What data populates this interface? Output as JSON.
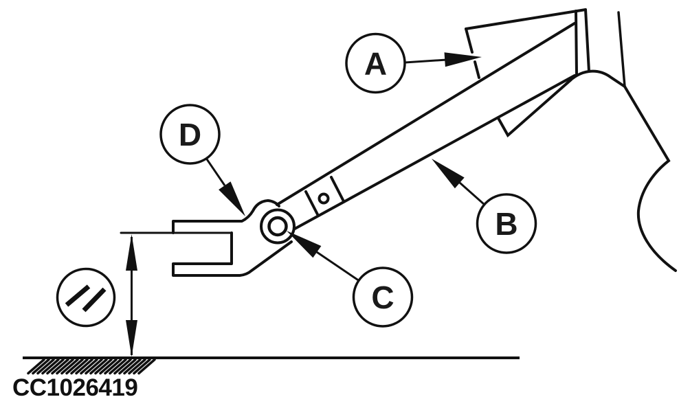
{
  "figure": {
    "code": "CC1026419",
    "callouts": [
      {
        "id": "A",
        "label": "A"
      },
      {
        "id": "B",
        "label": "B"
      },
      {
        "id": "C",
        "label": "C"
      },
      {
        "id": "D",
        "label": "D"
      }
    ],
    "icons": {
      "dimension_symbol": "double-slash-icon",
      "height_dimension": "double-headed-vertical-arrow-icon",
      "ground": "hatched-ground-line"
    },
    "colors": {
      "line": "#111111",
      "background": "#ffffff"
    }
  }
}
